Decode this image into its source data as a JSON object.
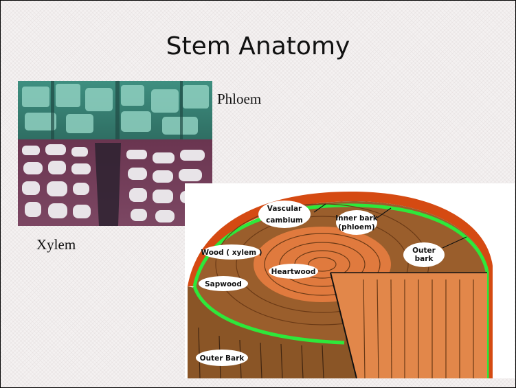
{
  "slide": {
    "title": "Stem Anatomy",
    "micro_labels": {
      "phloem": "Phloem",
      "xylem": "Xylem"
    },
    "diagram_labels": {
      "vascular_cambium_line1": "Vascular",
      "vascular_cambium_line2": "cambium",
      "inner_bark_line1": "Inner bark",
      "inner_bark_line2": "(phloem)",
      "outer_bark_right_line1": "Outer",
      "outer_bark_right_line2": "bark",
      "wood": "Wood ( xylem )",
      "heartwood": "Heartwood",
      "sapwood": "Sapwood",
      "outer_bark_bottom": "Outer Bark"
    }
  }
}
